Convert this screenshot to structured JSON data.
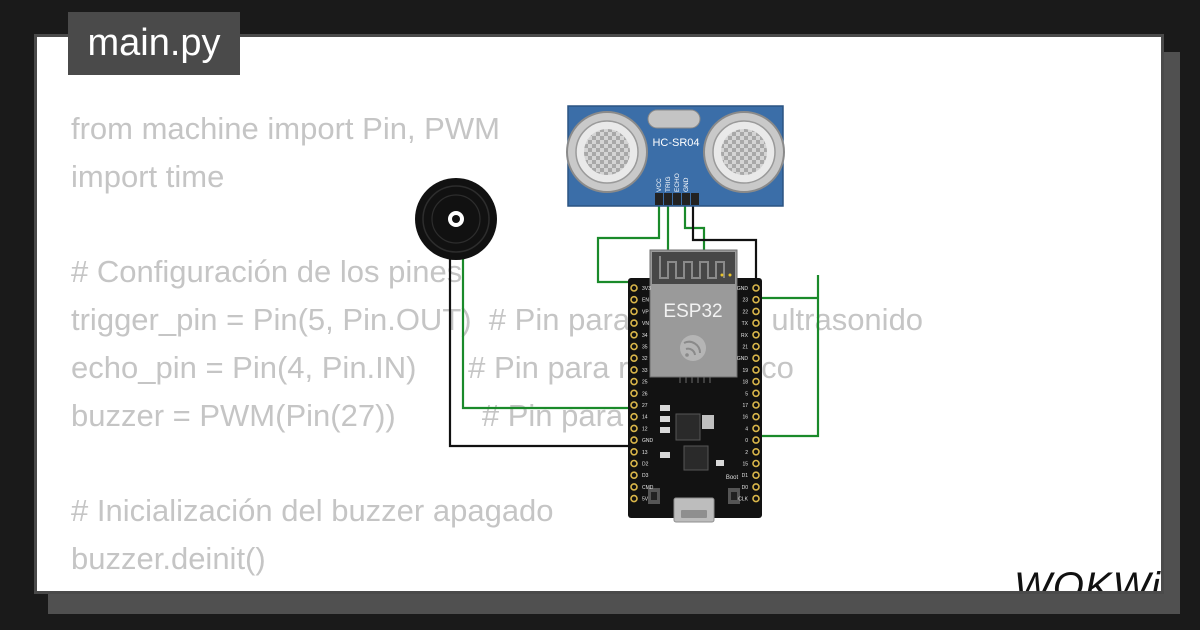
{
  "file_tab": {
    "label": "main.py"
  },
  "code": {
    "lines": [
      "from machine import Pin, PWM",
      "import time",
      "",
      "# Configuración de los pines",
      "trigger_pin = Pin(5, Pin.OUT)  # Pin para activar el ultrasonido",
      "echo_pin = Pin(4, Pin.IN)      # Pin para recibir el eco",
      "buzzer = PWM(Pin(27))          # Pin para el buzzer",
      "",
      "# Inicialización del buzzer apagado",
      "buzzer.deinit()"
    ]
  },
  "diagram": {
    "sensor": {
      "model_label": "HC-SR04",
      "pins": [
        "VCC",
        "TRIG",
        "ECHO",
        "GND"
      ]
    },
    "board": {
      "label": "ESP32",
      "boot_label": "Boot",
      "left_pins": [
        "3V3",
        "EN",
        "VP",
        "VN",
        "34",
        "35",
        "32",
        "33",
        "25",
        "26",
        "27",
        "14",
        "12",
        "GND",
        "13",
        "D2",
        "D3",
        "CMD",
        "5V"
      ],
      "right_pins": [
        "GND",
        "23",
        "22",
        "TX",
        "RX",
        "21",
        "GND",
        "19",
        "18",
        "5",
        "17",
        "16",
        "4",
        "0",
        "2",
        "15",
        "D1",
        "D0",
        "CLK"
      ]
    },
    "buzzer": {
      "icon": "piezo-buzzer-icon"
    },
    "wire_colors": {
      "green": "#1a8a2a",
      "black": "#111111",
      "red": "#d62222"
    }
  },
  "brand": {
    "logo_text": "WOKWi"
  }
}
